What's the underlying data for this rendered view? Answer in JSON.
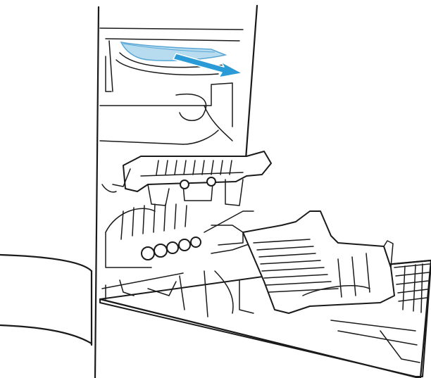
{
  "figure": {
    "caption": "",
    "colors": {
      "line": "#1a1a1a",
      "background": "#ffffff",
      "jammed_paper": "#b8dcef",
      "paper_edge": "#5aa7d6",
      "direction_arrow": "#2a9bd6"
    },
    "parts": [
      "printer-body",
      "open-right-door",
      "jammed-paper",
      "pull-direction-arrow",
      "fuser-assembly",
      "duplex-guide",
      "rollers"
    ]
  }
}
